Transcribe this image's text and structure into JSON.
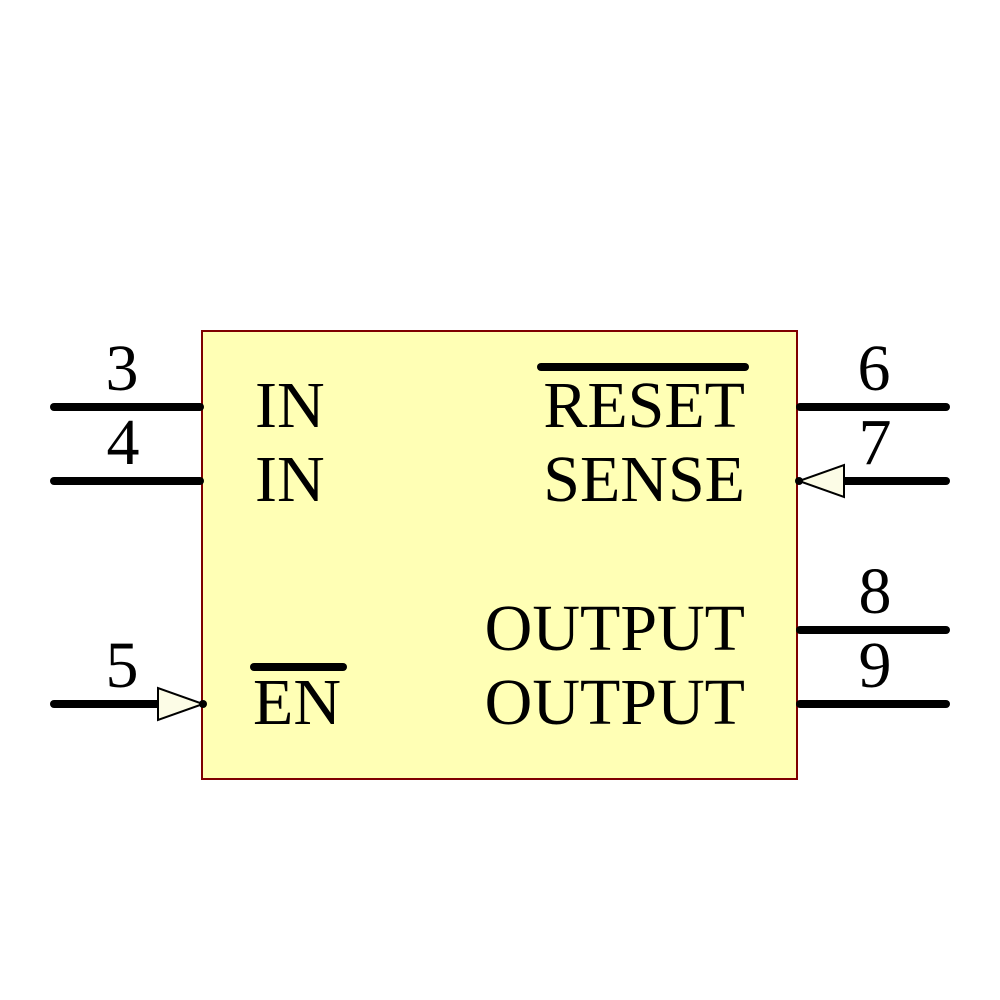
{
  "component": {
    "body": {
      "fill_color": "#FFFFB5",
      "border_color": "#7F0000"
    },
    "pin_color": "#000000",
    "text_color": "#000000",
    "arrow_fill_color": "#FCFCE6",
    "pins": {
      "left": [
        {
          "number": "3",
          "label": "IN",
          "overline": false,
          "input_arrow": false
        },
        {
          "number": "4",
          "label": "IN",
          "overline": false,
          "input_arrow": false
        },
        {
          "number": "5",
          "label": "EN",
          "overline": true,
          "input_arrow": true
        }
      ],
      "right": [
        {
          "number": "6",
          "label": "RESET",
          "overline": true,
          "input_arrow": false
        },
        {
          "number": "7",
          "label": "SENSE",
          "overline": false,
          "input_arrow": true
        },
        {
          "number": "8",
          "label": "OUTPUT",
          "overline": false,
          "input_arrow": false
        },
        {
          "number": "9",
          "label": "OUTPUT",
          "overline": false,
          "input_arrow": false
        }
      ]
    }
  }
}
